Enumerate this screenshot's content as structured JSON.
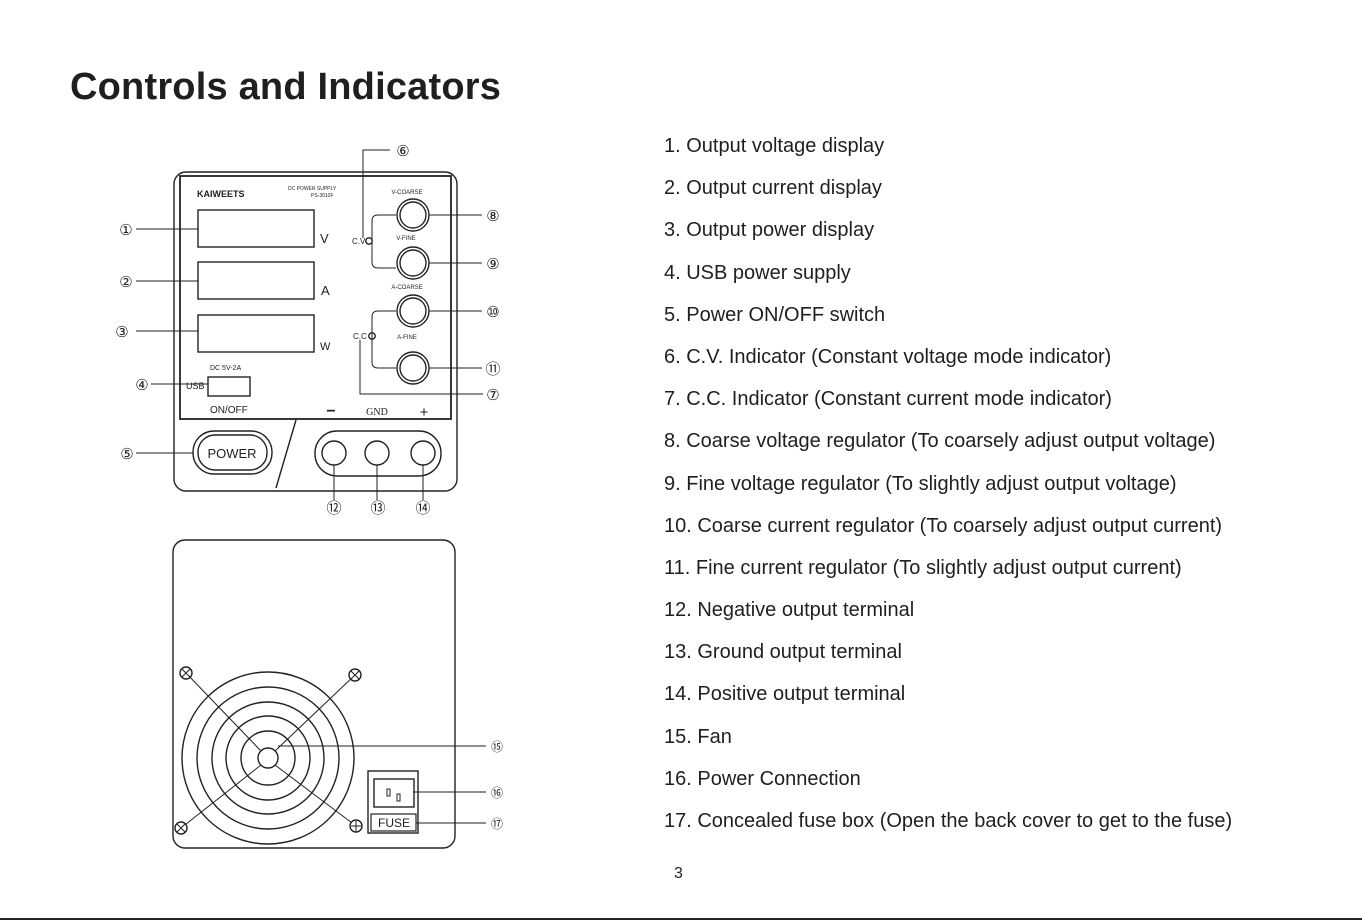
{
  "page": {
    "title": "Controls and Indicators",
    "page_number": "3"
  },
  "front_panel": {
    "brand": "KAIWEETS",
    "model_line1": "DC POWER SUPPLY",
    "model_line2": "PS-3010F",
    "unit_v": "V",
    "unit_a": "A",
    "unit_w": "W",
    "usb_rating": "DC 5V-2A",
    "usb_label": "USB",
    "onoff_label": "ON/OFF",
    "power_button": "POWER",
    "cv_label": "C.V",
    "cc_label": "C.C",
    "v_coarse": "V-COARSE",
    "v_fine": "V-FINE",
    "a_coarse": "A-COARSE",
    "a_fine": "A-FINE",
    "minus": "−",
    "gnd": "GND",
    "plus": "+"
  },
  "rear_panel": {
    "fuse_label": "FUSE"
  },
  "callouts": {
    "c1": "①",
    "c2": "②",
    "c3": "③",
    "c4": "④",
    "c5": "⑤",
    "c6": "⑥",
    "c7": "⑦",
    "c8": "⑧",
    "c9": "⑨",
    "c10": "⑩",
    "c11": "⑪",
    "c12": "⑫",
    "c13": "⑬",
    "c14": "⑭",
    "c15": "⑮",
    "c16": "⑯",
    "c17": "⑰"
  },
  "legend": [
    "1. Output voltage display",
    "2. Output current display",
    "3. Output power display",
    "4. USB power supply",
    "5. Power ON/OFF switch",
    "6. C.V. Indicator (Constant voltage mode indicator)",
    "7. C.C. Indicator (Constant current mode indicator)",
    "8. Coarse voltage regulator (To coarsely adjust output voltage)",
    "9. Fine voltage regulator (To slightly adjust output voltage)",
    "10. Coarse current regulator (To coarsely adjust output current)",
    "11. Fine current regulator (To slightly adjust output current)",
    "12. Negative output terminal",
    "13. Ground output terminal",
    "14. Positive output terminal",
    "15. Fan",
    "16. Power Connection",
    "17. Concealed fuse box (Open the back cover to get to the fuse)"
  ]
}
